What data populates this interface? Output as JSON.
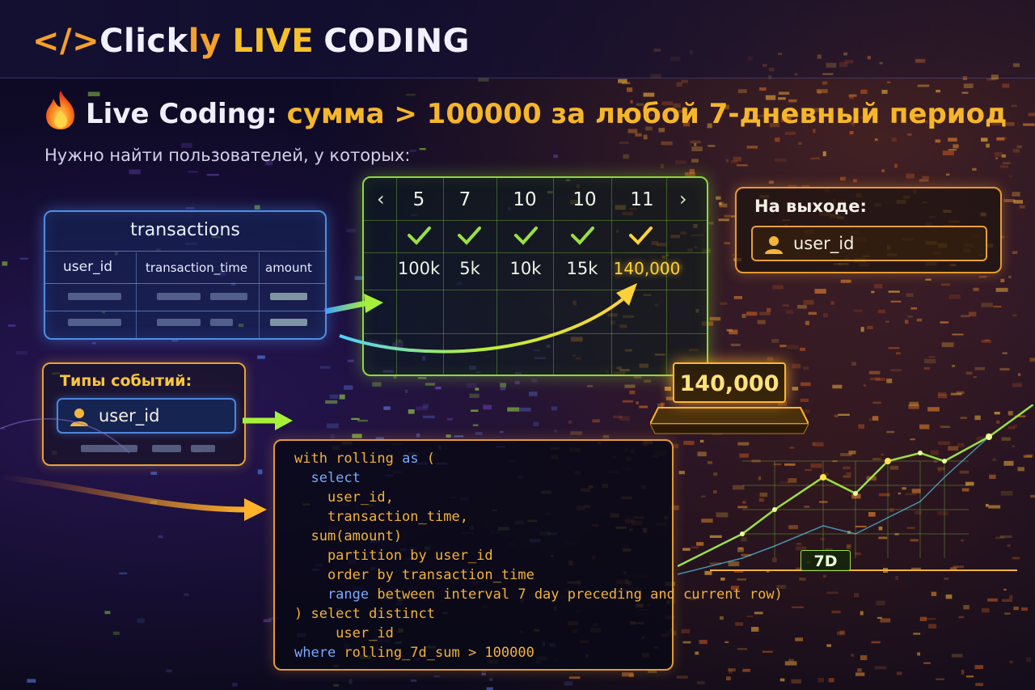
{
  "header": {
    "brand_tag": "</>",
    "brand_name": "Click",
    "brand_name_suffix": "ly",
    "brand_live": "LIVE",
    "brand_coding": "CODING"
  },
  "headline": {
    "icon": "fire-icon",
    "lead": "Live Coding:",
    "rest": "сумма > 100000 за любой 7-дневный период"
  },
  "subline": "Нужно найти пользователей, у которых:",
  "transactions_table": {
    "title": "transactions",
    "columns": [
      "user_id",
      "transaction_time",
      "amount"
    ]
  },
  "calendar": {
    "prev_icon": "chevron-left-icon",
    "next_icon": "chevron-right-icon",
    "days": [
      "5",
      "7",
      "10",
      "10",
      "11"
    ],
    "amounts": [
      "100k",
      "5k",
      "10k",
      "15k",
      "140,000"
    ],
    "highlight_color": "#ffd23a",
    "check_color": "#9be043"
  },
  "output_panel": {
    "title": "На выходе:",
    "field": "user_id"
  },
  "events_panel": {
    "title": "Типы событий:",
    "field": "user_id"
  },
  "badge": "140,000",
  "window_label": "7D",
  "code_lines": [
    {
      "parts": [
        {
          "t": "with ",
          "c": "kw"
        },
        {
          "t": "rolling ",
          "c": "kw"
        },
        {
          "t": "as",
          "c": "blu"
        },
        {
          "t": " (",
          "c": "kw"
        }
      ]
    },
    {
      "parts": [
        {
          "t": "  select",
          "c": "blu"
        }
      ]
    },
    {
      "parts": [
        {
          "t": "    user_id,",
          "c": "kw"
        }
      ]
    },
    {
      "parts": [
        {
          "t": "    transaction_time,",
          "c": "kw"
        }
      ]
    },
    {
      "parts": [
        {
          "t": "  sum(amount)",
          "c": "kw"
        }
      ]
    },
    {
      "parts": [
        {
          "t": "    partition by user_id",
          "c": "kw"
        }
      ]
    },
    {
      "parts": [
        {
          "t": "    order by transaction_time",
          "c": "kw"
        }
      ]
    },
    {
      "parts": [
        {
          "t": "    range",
          "c": "blu"
        },
        {
          "t": " between interval 7 day preceding and current row)",
          "c": "kw"
        }
      ]
    },
    {
      "parts": [
        {
          "t": ") select distinct",
          "c": "kw"
        }
      ]
    },
    {
      "parts": [
        {
          "t": "     user_id",
          "c": "kw"
        }
      ]
    },
    {
      "parts": [
        {
          "t": "where",
          "c": "blu"
        },
        {
          "t": " rolling_7d_sum > 100000",
          "c": "kw"
        }
      ]
    }
  ],
  "colors": {
    "accent_orange": "#f4a02a",
    "accent_blue": "#4e8fe0",
    "accent_green": "#8fd83a"
  }
}
